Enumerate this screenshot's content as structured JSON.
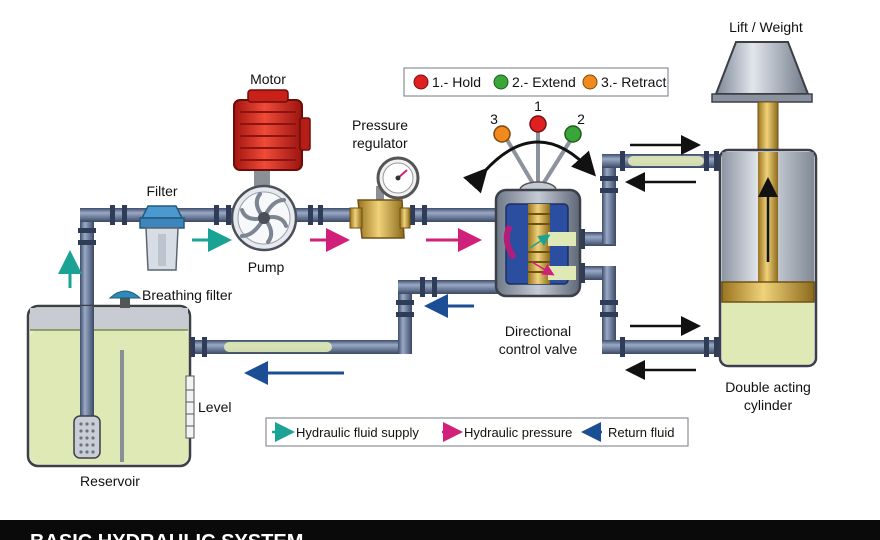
{
  "labels": {
    "motor": "Motor",
    "pressure_regulator_line1": "Pressure",
    "pressure_regulator_line2": "regulator",
    "filter": "Filter",
    "pump": "Pump",
    "breathing_filter": "Breathing filter",
    "level": "Level",
    "reservoir": "Reservoir",
    "valve_line1": "Directional",
    "valve_line2": "control valve",
    "cylinder_line1": "Double acting",
    "cylinder_line2": "cylinder",
    "lift_weight": "Lift / Weight"
  },
  "valve_positions": {
    "items": [
      {
        "number": "1",
        "label": "1.- Hold",
        "color": "#e02020"
      },
      {
        "number": "2",
        "label": "2.- Extend",
        "color": "#3aa63a"
      },
      {
        "number": "3",
        "label": "3.- Retract",
        "color": "#f08a1c"
      }
    ]
  },
  "legend": {
    "items": [
      {
        "label": "Hydraulic fluid supply",
        "color": "#1aa394"
      },
      {
        "label": "Hydraulic pressure",
        "color": "#d0207a"
      },
      {
        "label": "Return fluid",
        "color": "#1c4e96"
      }
    ]
  },
  "footer": {
    "title": "BASIC HYDRAULIC SYSTEM"
  },
  "colors": {
    "pipe": "#5e7194",
    "fluid": "#dfe9b6",
    "motor": "#d8261b",
    "brass": "#c9a23a",
    "supply_arrow": "#1aa394",
    "pressure_arrow": "#d0207a",
    "return_arrow": "#1c4e96"
  }
}
